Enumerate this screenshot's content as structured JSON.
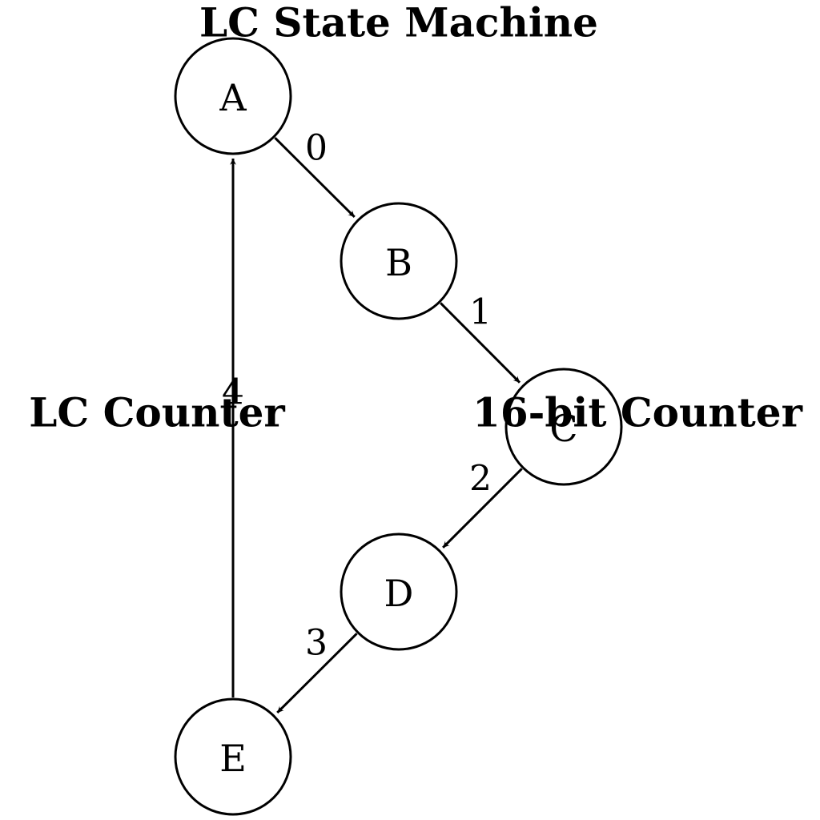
{
  "title": "LC State Machine",
  "left_label": "LC Counter",
  "right_label": "16-bit Counter",
  "colors": {
    "stroke": "#000000",
    "fill": "#ffffff",
    "text": "#000000"
  },
  "nodes": [
    {
      "id": "A",
      "label": "A"
    },
    {
      "id": "B",
      "label": "B"
    },
    {
      "id": "C",
      "label": "C"
    },
    {
      "id": "D",
      "label": "D"
    },
    {
      "id": "E",
      "label": "E"
    }
  ],
  "edges": [
    {
      "from": "A",
      "to": "B",
      "label": "0"
    },
    {
      "from": "B",
      "to": "C",
      "label": "1"
    },
    {
      "from": "C",
      "to": "D",
      "label": "2"
    },
    {
      "from": "D",
      "to": "E",
      "label": "3"
    },
    {
      "from": "E",
      "to": "A",
      "label": "4"
    }
  ]
}
